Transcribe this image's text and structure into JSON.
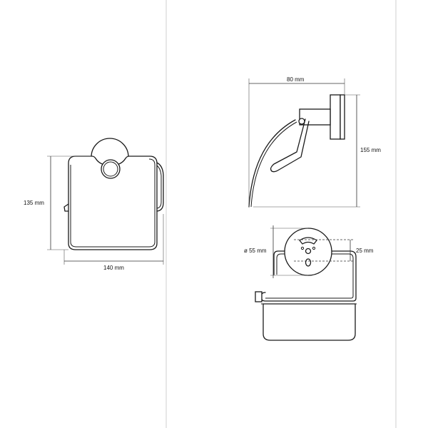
{
  "labels": {
    "height_front": "135 mm",
    "width_front": "140 mm",
    "depth_side": "80 mm",
    "height_side": "155 mm",
    "diameter_rosette": "ø 55 mm",
    "offset_top": "25 mm"
  },
  "colors": {
    "line": "#1a1a1a",
    "frame": "#cfcfcf",
    "background": "#ffffff"
  }
}
